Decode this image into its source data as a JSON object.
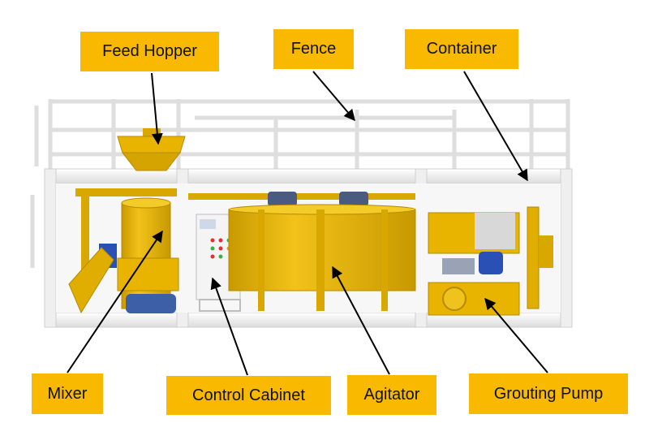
{
  "labels": {
    "feed_hopper": "Feed Hopper",
    "fence": "Fence",
    "container": "Container",
    "mixer": "Mixer",
    "control_cabinet": "Control Cabinet",
    "agitator": "Agitator",
    "grouting_pump": "Grouting Pump"
  },
  "colors": {
    "label_bg": "#f8b900",
    "machine_yellow": "#e8b400",
    "frame": "#f2f2f2",
    "motor_blue": "#2a4fb5",
    "arrow": "#000000"
  }
}
